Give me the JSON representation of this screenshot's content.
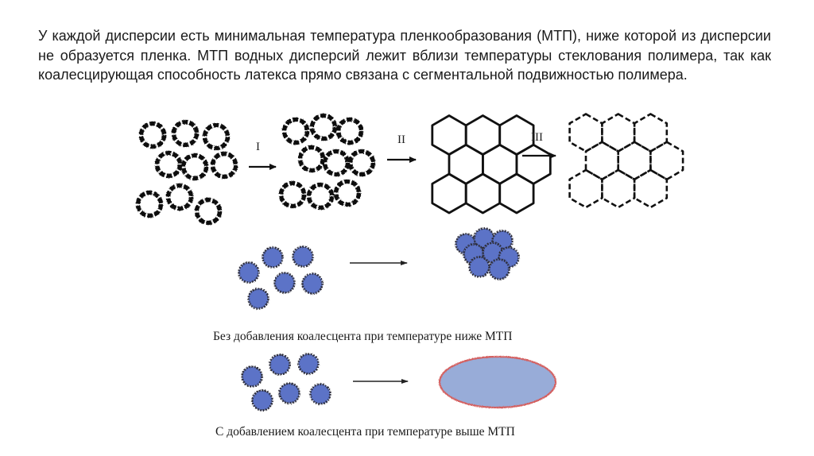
{
  "slide": {
    "paragraph": "У каждой дисперсии есть минимальная температура пленкообразования (МТП), ниже которой из дисперсии не образуется пленка. МТП водных дисперсий лежит вблизи температуры стеклования полимера, так как коалесцирующая способность латекса прямо связана с сегментальной подвижностью полимера."
  },
  "diagram": {
    "stage_labels": [
      "I",
      "II",
      "III"
    ],
    "caption_without": "Без добавления коалесцента при температуре ниже МТП",
    "caption_with": "С добавлением коалесцента при температуре выше МТП",
    "colors": {
      "particle_fill": "#5b73c7",
      "particle_edge": "#2d2d3a",
      "film_fill": "#98acd8",
      "film_edge": "#d46060",
      "ring": "#111111"
    }
  }
}
